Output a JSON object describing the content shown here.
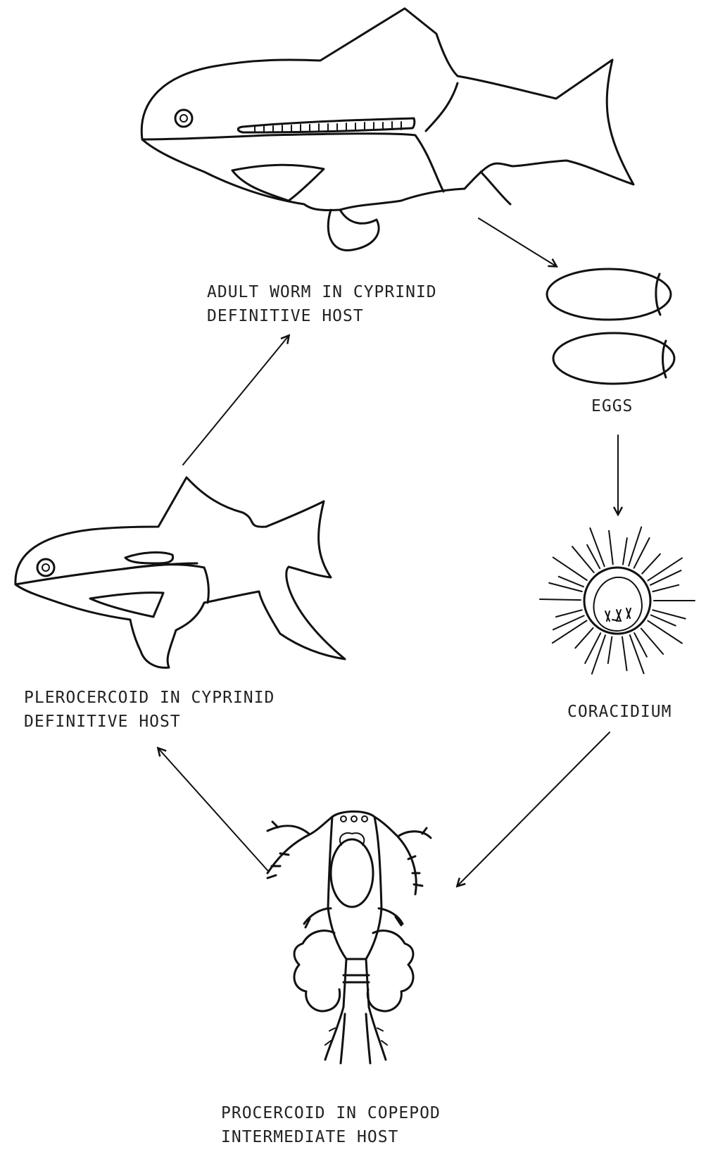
{
  "stages": {
    "adult": {
      "line1": "ADULT WORM IN CYPRINID",
      "line2": "DEFINITIVE HOST"
    },
    "eggs": {
      "line1": "EGGS"
    },
    "coracidium": {
      "line1": "CORACIDIUM"
    },
    "procercoid": {
      "line1": "PROCERCOID IN COPEPOD",
      "line2": "INTERMEDIATE HOST"
    },
    "plerocercoid": {
      "line1": "PLEROCERCOID IN CYPRINID",
      "line2": "DEFINITIVE HOST"
    }
  },
  "colors": {
    "ink": "#111111",
    "background": "#ffffff"
  }
}
